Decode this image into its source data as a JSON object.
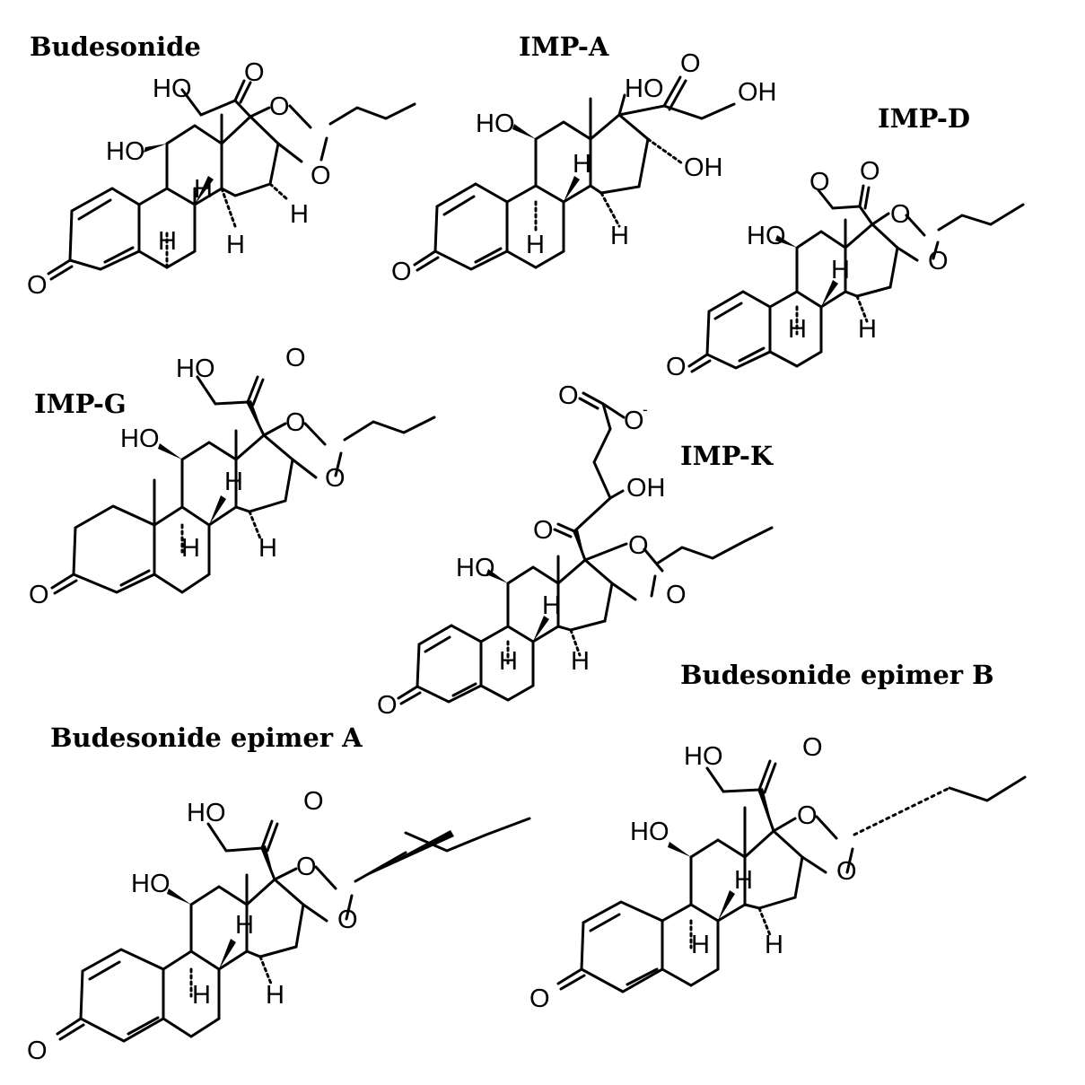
{
  "titles": {
    "budesonide": "Budesonide",
    "imp_a": "IMP-A",
    "imp_d": "IMP-D",
    "imp_g": "IMP-G",
    "imp_k": "IMP-K",
    "epimer_b": "Budesonide epimer B",
    "epimer_a": "Budesonide epimer A"
  },
  "atoms": {
    "ho": "HO",
    "oh": "OH",
    "o": "O",
    "h": "H",
    "minus": "-"
  },
  "colors": {
    "ink": "#000000",
    "background": "#ffffff"
  }
}
